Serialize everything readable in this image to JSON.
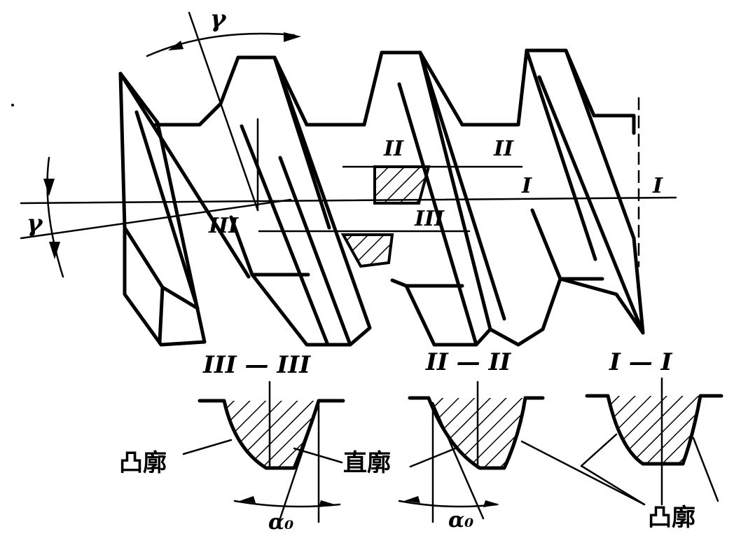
{
  "labels": {
    "gamma_top": "γ",
    "gamma_left": "γ",
    "sec_II_top_left": "II",
    "sec_II_top_right": "II",
    "sec_I_mid": "I",
    "sec_I_right": "I",
    "sec_III_mid": "III",
    "sec_III_left": "III",
    "title_III": "III — III",
    "title_II": "II — II",
    "title_I": "I — I",
    "convex_left": "凸廓",
    "straight": "直廓",
    "convex_right": "凸廓",
    "alpha_left": "α₀",
    "alpha_mid": "α₀"
  }
}
